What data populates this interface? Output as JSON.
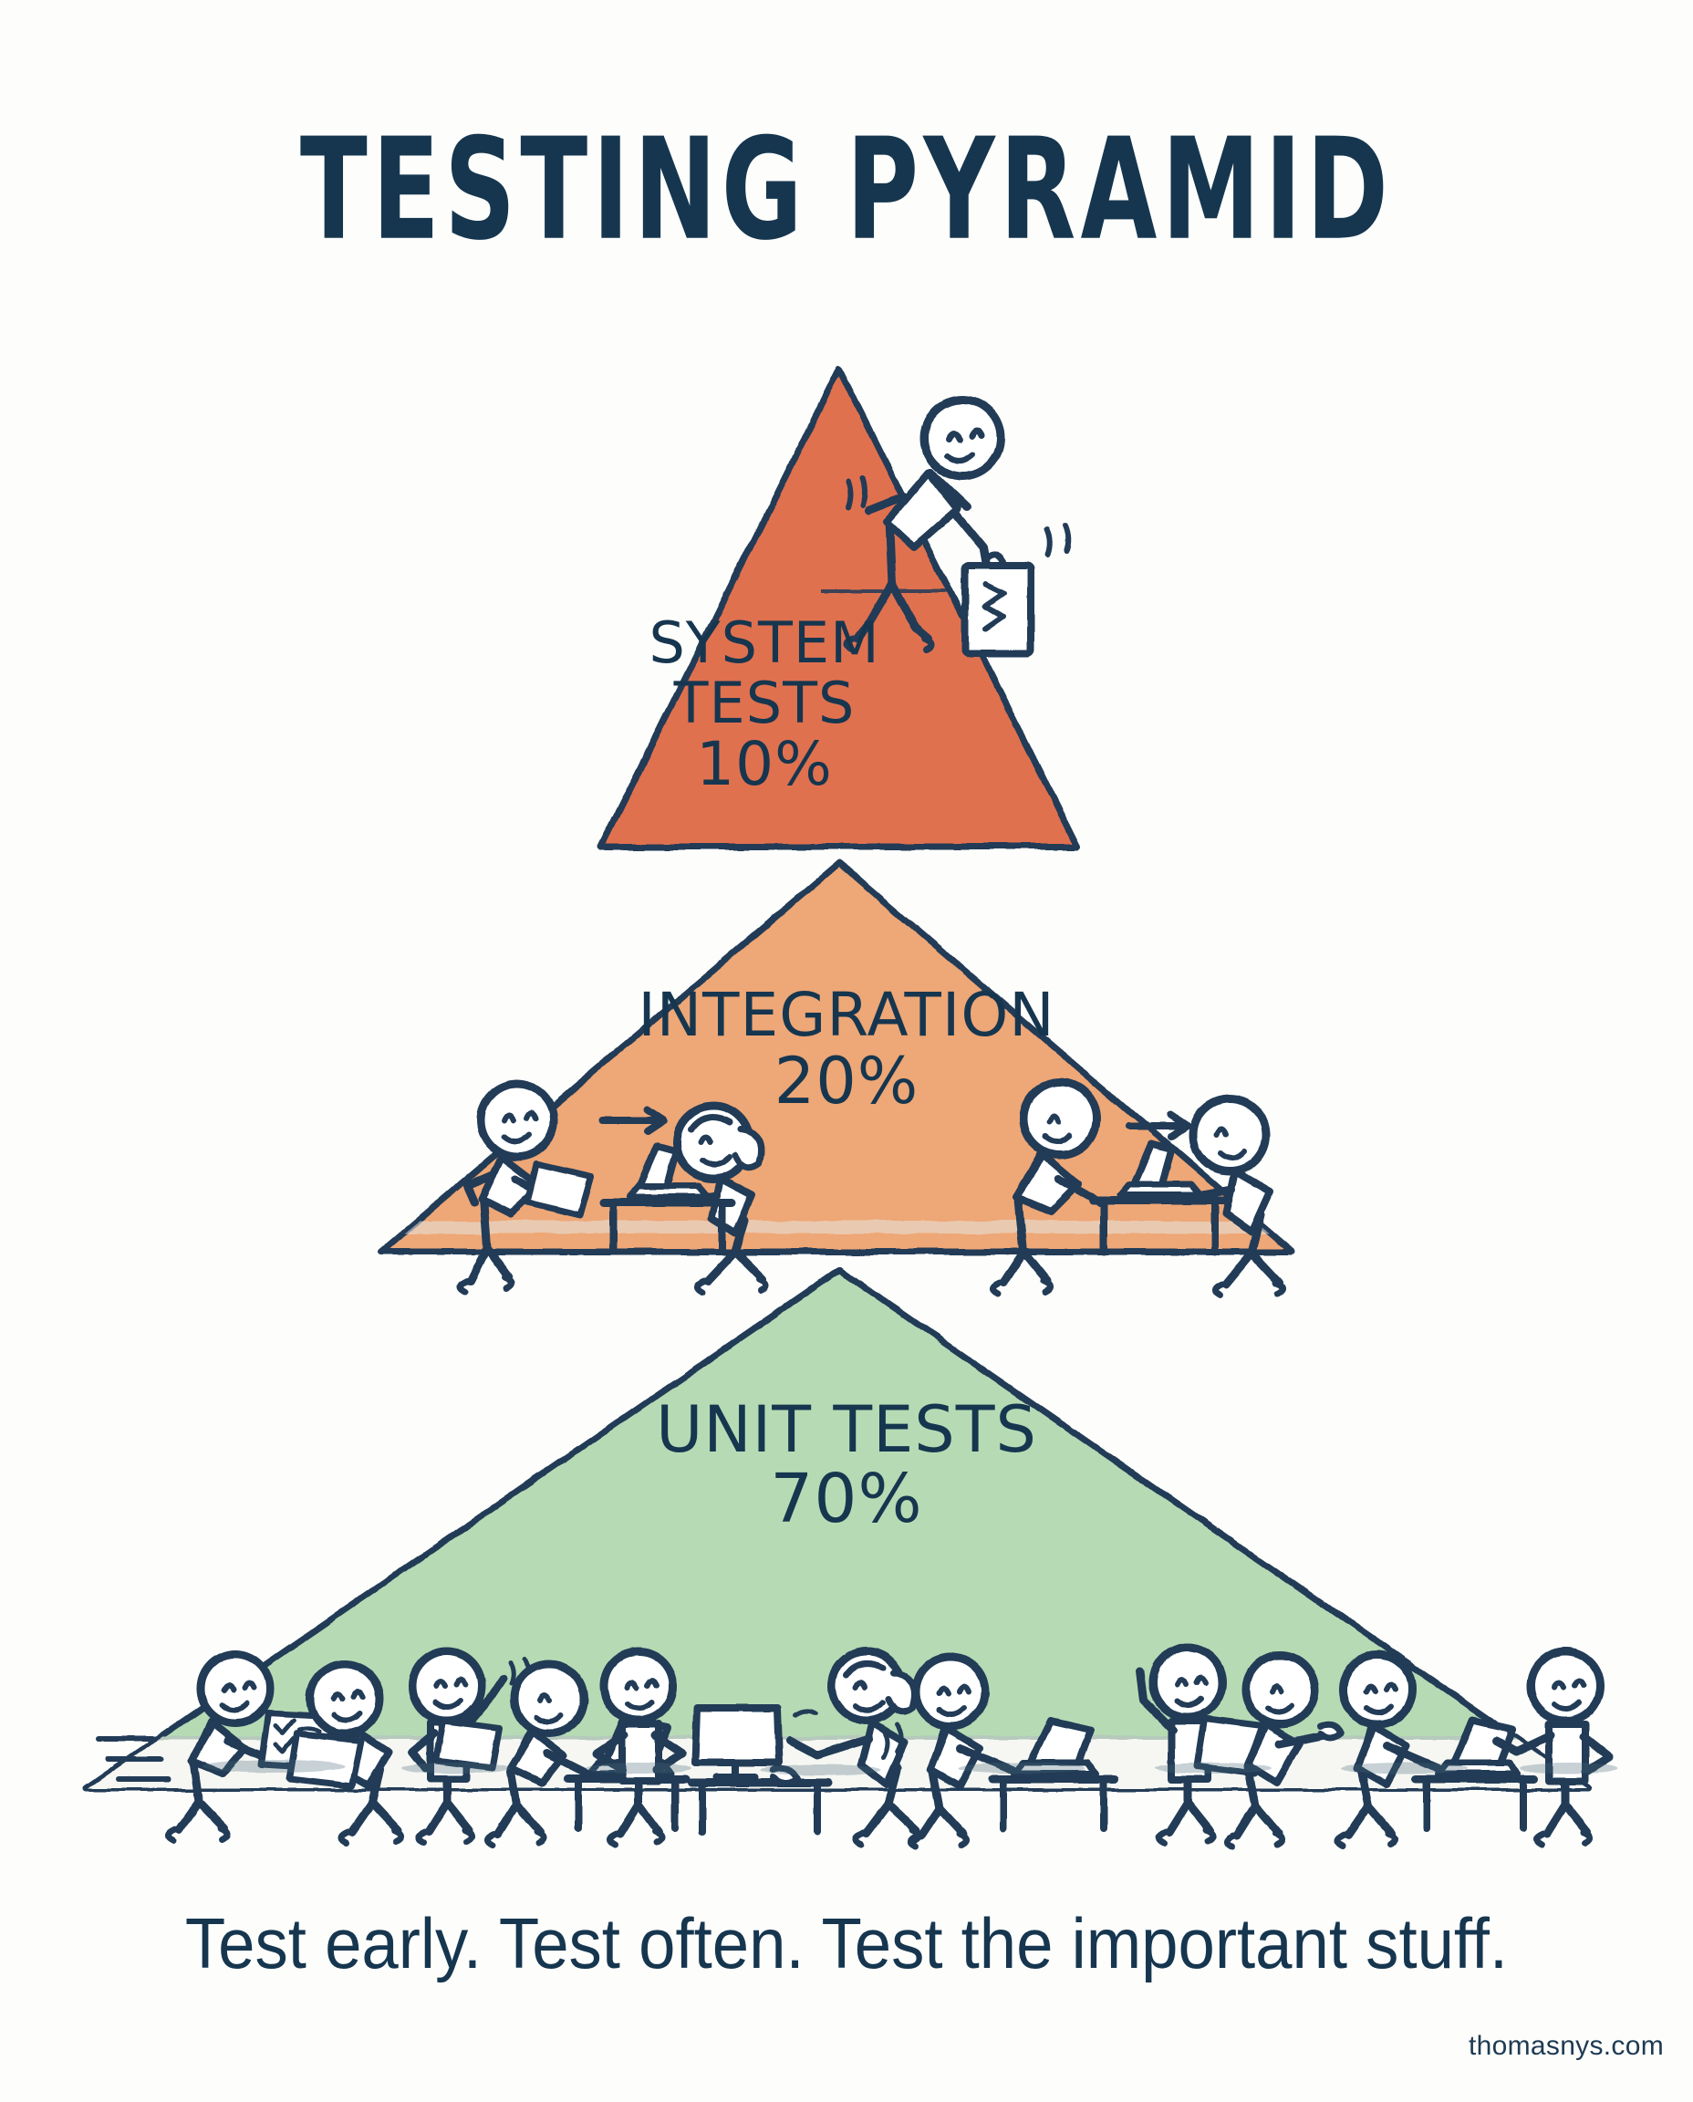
{
  "poster": {
    "title": "TESTING PYRAMID",
    "caption": "Test early. Test often. Test the important stuff.",
    "watermark": "thomasnys.com",
    "background_color": "#fdfdfb",
    "ink_color": "#16364f"
  },
  "tiers": [
    {
      "id": "system",
      "name": "SYSTEM",
      "line1": "SYSTEM",
      "line2": "TESTS",
      "percent": "10%",
      "percent_value": 10,
      "fill_color": "#e0714f",
      "outline_color": "#213a57",
      "figure_count": 1,
      "scene": "lone-tester-on-summit-operating-a-machine"
    },
    {
      "id": "integration",
      "name": "INTEGRATION",
      "line1": "INTEGRATION",
      "line2": "",
      "percent": "20%",
      "percent_value": 20,
      "fill_color": "#eea776",
      "outline_color": "#213a57",
      "figure_count": 4,
      "scene": "two-pairs-handing-off-work-at-laptop-desks"
    },
    {
      "id": "unit",
      "name": "UNIT TESTS",
      "line1": "UNIT TESTS",
      "line2": "",
      "percent": "70%",
      "percent_value": 70,
      "fill_color": "#b6dbb4",
      "outline_color": "#213a57",
      "figure_count": 13,
      "scene": "large-crowd-of-developers-with-checklists-laptops-and-monitors"
    }
  ],
  "chart_data": {
    "type": "pyramid",
    "title": "TESTING PYRAMID",
    "subtitle": "Test early. Test often. Test the important stuff.",
    "categories": [
      "SYSTEM TESTS",
      "INTEGRATION",
      "UNIT TESTS"
    ],
    "values": [
      10,
      20,
      70
    ],
    "unit": "%",
    "value_labels": [
      "10%",
      "20%",
      "70%"
    ],
    "colors": [
      "#e0714f",
      "#eea776",
      "#b6dbb4"
    ],
    "order": "top-to-bottom",
    "legend": "none",
    "grid": false,
    "ylim": [
      0,
      100
    ]
  }
}
